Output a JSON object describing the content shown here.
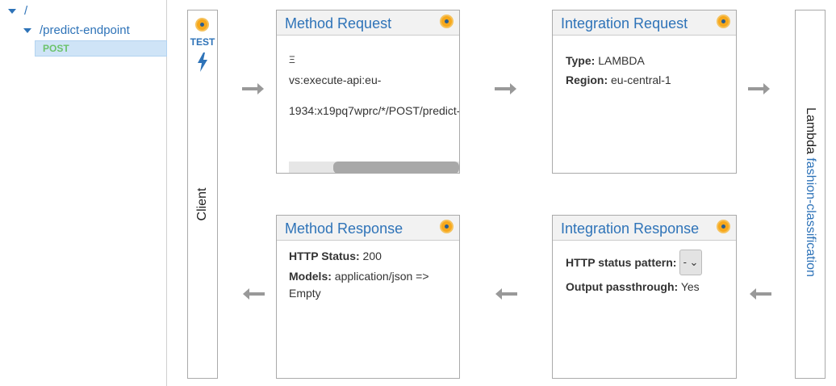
{
  "tree": {
    "root": "/",
    "resource": "/predict-endpoint",
    "method": "POST"
  },
  "client": {
    "test_label": "TEST",
    "label": "Client"
  },
  "method_request": {
    "title": "Method Request",
    "lines": [
      "Ξ",
      "vs:execute-api:eu-",
      "1934:x19pq7wprc/*/POST/predict-"
    ]
  },
  "integration_request": {
    "title": "Integration Request",
    "type_label": "Type:",
    "type_value": "LAMBDA",
    "region_label": "Region:",
    "region_value": "eu-central-1"
  },
  "method_response": {
    "title": "Method Response",
    "status_label": "HTTP Status:",
    "status_value": "200",
    "models_label": "Models:",
    "models_value_1": "application/json =>",
    "models_value_2": "Empty"
  },
  "integration_response": {
    "title": "Integration Response",
    "pattern_label": "HTTP status pattern:",
    "pattern_value": "-",
    "passthrough_label": "Output passthrough:",
    "passthrough_value": "Yes"
  },
  "lambda": {
    "label": "Lambda",
    "function": "fashion-classification"
  },
  "colors": {
    "accent": "#2e73b8",
    "method_post": "#6cc36c",
    "badge": "#f7a81b"
  }
}
